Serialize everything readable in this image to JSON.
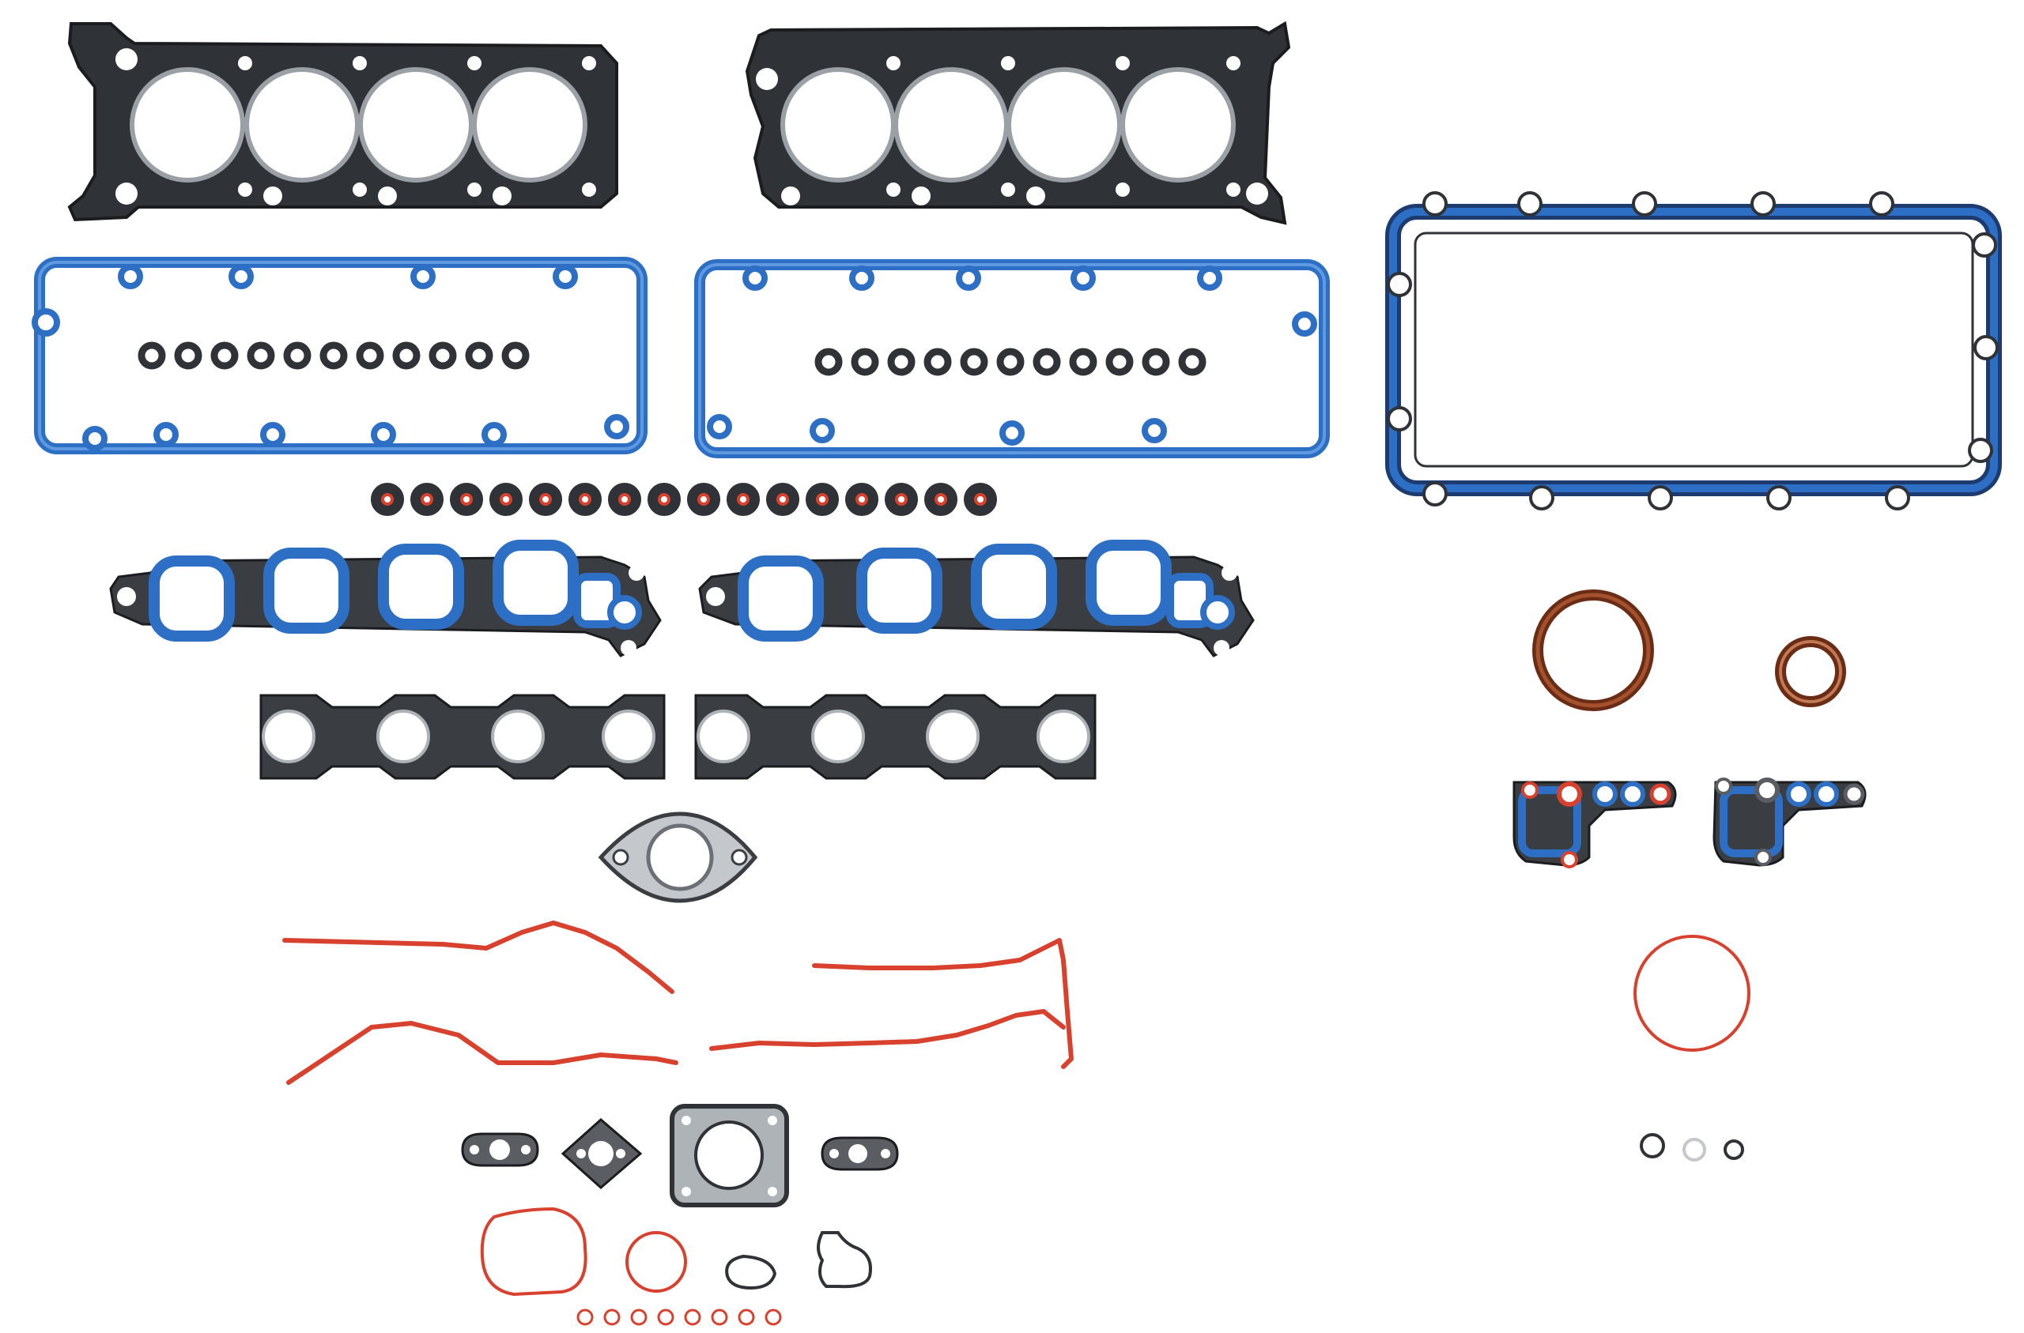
{
  "scene": {
    "background": "#ffffff",
    "subject": "engine-gasket-set-photo"
  },
  "colors": {
    "graphite": "#2f3236",
    "graphite_edge": "#1a1c1f",
    "steel": "#aeb3b8",
    "blue_seal": "#2d6fc4",
    "blue_light": "#5f9ae0",
    "red_seal": "#d9412f",
    "brown_seal": "#8a3d22",
    "gray_plate": "#c4c7cb"
  },
  "parts": [
    {
      "name": "cylinder-head-gasket-left",
      "icon": "head-gasket-icon",
      "color": "graphite",
      "count": 1
    },
    {
      "name": "cylinder-head-gasket-right",
      "icon": "head-gasket-icon",
      "color": "graphite",
      "count": 1
    },
    {
      "name": "valve-cover-gasket-left",
      "icon": "valve-cover-gasket-icon",
      "color": "blue_seal",
      "count": 1
    },
    {
      "name": "valve-cover-gasket-right",
      "icon": "valve-cover-gasket-icon",
      "color": "blue_seal",
      "count": 1
    },
    {
      "name": "spark-plug-tube-seals-left",
      "icon": "o-ring-icon",
      "color": "graphite",
      "count": 11
    },
    {
      "name": "spark-plug-tube-seals-right",
      "icon": "o-ring-icon",
      "color": "graphite",
      "count": 11
    },
    {
      "name": "valve-stem-seals",
      "icon": "valve-stem-seal-icon",
      "color": "graphite",
      "count": 16
    },
    {
      "name": "intake-manifold-gasket-left",
      "icon": "intake-gasket-icon",
      "color": "blue_seal",
      "count": 1
    },
    {
      "name": "intake-manifold-gasket-right",
      "icon": "intake-gasket-icon",
      "color": "blue_seal",
      "count": 1
    },
    {
      "name": "exhaust-manifold-gasket-left",
      "icon": "exhaust-gasket-icon",
      "color": "graphite",
      "count": 1
    },
    {
      "name": "exhaust-manifold-gasket-right",
      "icon": "exhaust-gasket-icon",
      "color": "graphite",
      "count": 1
    },
    {
      "name": "egr-flange-gasket",
      "icon": "flange-gasket-icon",
      "color": "steel",
      "count": 1
    },
    {
      "name": "timing-cover-gaskets",
      "icon": "timing-cover-gasket-icon",
      "color": "red_seal",
      "count": 4
    },
    {
      "name": "small-flange-gaskets",
      "icon": "flange-gasket-icon",
      "color": "graphite",
      "count": 3
    },
    {
      "name": "throttle-body-gasket",
      "icon": "square-gasket-icon",
      "color": "graphite",
      "count": 1
    },
    {
      "name": "red-o-rings",
      "icon": "o-ring-icon",
      "color": "red_seal",
      "count": 2
    },
    {
      "name": "small-black-seals",
      "icon": "loop-seal-icon",
      "color": "graphite",
      "count": 2
    },
    {
      "name": "tiny-red-o-rings",
      "icon": "o-ring-icon",
      "color": "red_seal",
      "count": 8
    },
    {
      "name": "oil-pan-gasket",
      "icon": "oil-pan-gasket-icon",
      "color": "blue_seal",
      "count": 1
    },
    {
      "name": "rear-main-seal",
      "icon": "crank-seal-icon",
      "color": "brown_seal",
      "count": 1
    },
    {
      "name": "front-crank-seal",
      "icon": "crank-seal-icon",
      "color": "brown_seal",
      "count": 1
    },
    {
      "name": "oil-cooler-adapter-gaskets",
      "icon": "adapter-gasket-icon",
      "color": "blue_seal",
      "count": 2
    },
    {
      "name": "large-red-o-ring",
      "icon": "o-ring-icon",
      "color": "red_seal",
      "count": 1
    },
    {
      "name": "small-o-rings",
      "icon": "o-ring-icon",
      "color": "graphite",
      "count": 3
    }
  ]
}
